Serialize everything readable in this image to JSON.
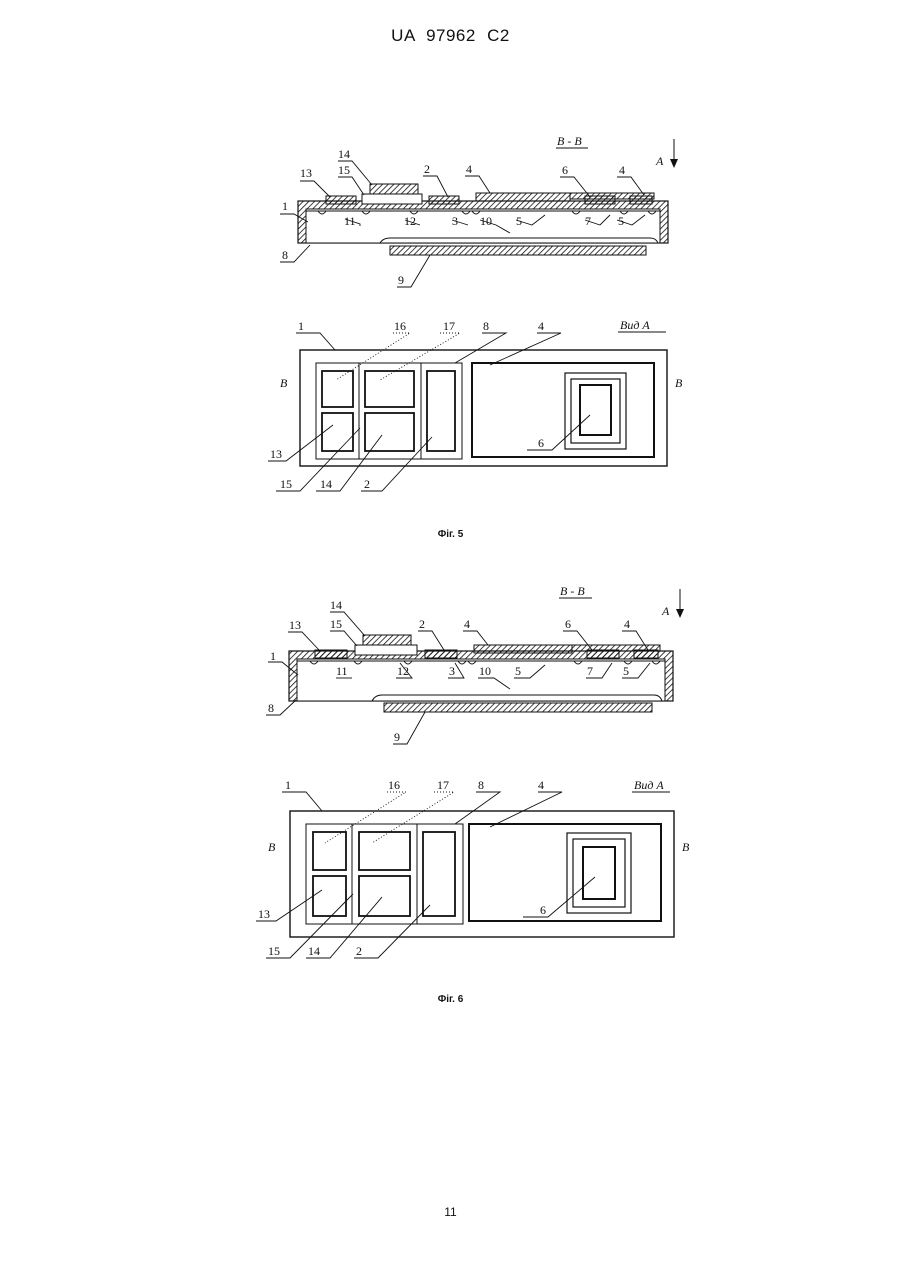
{
  "header": {
    "patent_number": "UA  97962  C2"
  },
  "page_number": "11",
  "figures": [
    {
      "caption": "Фіг. 5",
      "section_title": "В - В",
      "view_title": "Вид А",
      "arrow_label": "А",
      "section_mark": "В",
      "section_labels": {
        "l1": "1",
        "l2": "2",
        "l3": "3",
        "l4a": "4",
        "l4b": "4",
        "l5a": "5",
        "l5b": "5",
        "l6": "6",
        "l7": "7",
        "l8": "8",
        "l9": "9",
        "l10": "10",
        "l11": "11",
        "l12": "12",
        "l13": "13",
        "l14": "14",
        "l15": "15"
      },
      "view_labels": {
        "l1": "1",
        "l16": "16",
        "l17": "17",
        "l8": "8",
        "l4": "4",
        "l13": "13",
        "l6": "6",
        "l15": "15",
        "l14": "14",
        "l2": "2"
      }
    },
    {
      "caption": "Фіг. 6",
      "section_title": "В - В",
      "view_title": "Вид А",
      "arrow_label": "А",
      "section_mark": "В",
      "section_labels": {
        "l1": "1",
        "l2": "2",
        "l3": "3",
        "l4a": "4",
        "l4b": "4",
        "l5a": "5",
        "l5b": "5",
        "l6": "6",
        "l7": "7",
        "l8": "8",
        "l9": "9",
        "l10": "10",
        "l11": "11",
        "l12": "12",
        "l13": "13",
        "l14": "14",
        "l15": "15"
      },
      "view_labels": {
        "l1": "1",
        "l16": "16",
        "l17": "17",
        "l8": "8",
        "l4": "4",
        "l13": "13",
        "l6": "6",
        "l15": "15",
        "l14": "14",
        "l2": "2"
      }
    }
  ]
}
